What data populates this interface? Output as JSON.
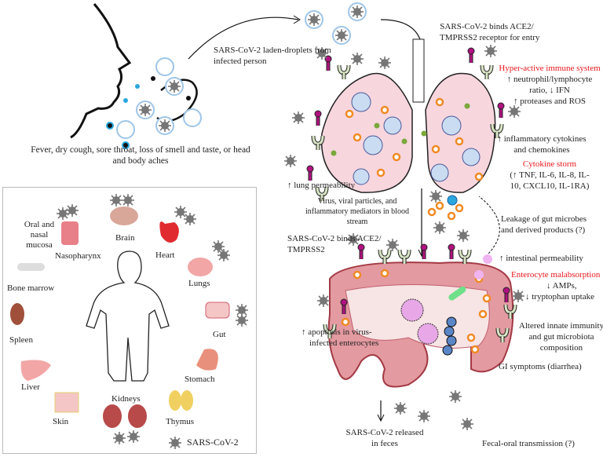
{
  "top": {
    "droplets_label": [
      "SARS-CoV-2 laden-droplets from",
      "infected person"
    ],
    "symptoms_label": [
      "Fever, dry cough, sore throat, loss of smell and taste, or head",
      "and body aches"
    ]
  },
  "lungs": {
    "entry_label": [
      "SARS-CoV-2 binds ACE2/",
      "TMPRSS2 receptor for entry"
    ],
    "hyperactive_title": "Hyper-active immune system",
    "hyperactive_lines": [
      "↑ neutrophil/lymphocyte",
      "ratio, ↓ IFN",
      "↑ proteases and ROS"
    ],
    "cytokines_label": [
      "↑ inflammatory cytokines",
      "and chemokines"
    ],
    "storm_title": "Cytokine storm",
    "storm_lines": [
      "(↑ TNF, IL-6, IL-8, IL-",
      "10, CXCL10, IL-1RA)"
    ],
    "permeability_label": "↑ lung permeability"
  },
  "blood": {
    "label": [
      "Virus, viral particles, and",
      "inflammatory mediators in blood",
      "stream"
    ]
  },
  "gut": {
    "binds_label": [
      "SARS-CoV-2 binds ACE2/",
      "TMPRSS2"
    ],
    "leakage_label": [
      "Leakage of gut microbes",
      "and derived products (?)"
    ],
    "permeability_label": "↑ intestinal permeability",
    "malabsorption_title": "Enterocyte malabsorption",
    "malabsorption_lines": [
      "↓ AMPs,",
      "↓ tryptophan uptake"
    ],
    "apoptosis_label": [
      "↑ apoptosis in virus-",
      "infected enterocytes"
    ],
    "innate_label": [
      "Altered innate immunity",
      "and gut microbiota",
      "composition"
    ],
    "gi_label": "GI symptoms (diarrhea)",
    "feces_label": [
      "SARS-CoV-2 released",
      "in feces"
    ],
    "fecal_oral_label": "Fecal-oral transmission (?)"
  },
  "organs": {
    "items": [
      "Oral and",
      "nasal",
      "mucosa",
      "Nasopharynx",
      "Brain",
      "Heart",
      "Lungs",
      "Bone marrow",
      "Gut",
      "Spleen",
      "Stomach",
      "Liver",
      "Kidneys",
      "Skin",
      "Thymus"
    ],
    "legend": "SARS-CoV-2"
  },
  "colors": {
    "accent_red": "#e8161b",
    "lung_pink": "#f7d6de",
    "gut_red": "#d97a80",
    "virus_gray": "#777777",
    "receptor_magenta": "#b0127f",
    "receptor_green": "#d8e4c4",
    "cytokine_orange": "#f08a24"
  }
}
